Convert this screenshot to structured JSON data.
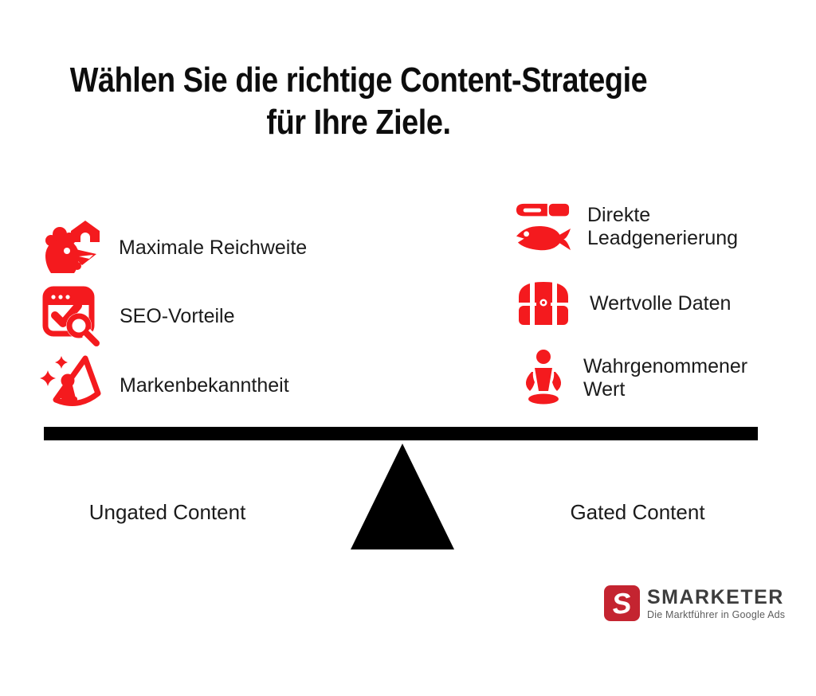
{
  "title": {
    "line1": "Wählen Sie die richtige Content-Strategie",
    "line2": "für Ihre Ziele."
  },
  "left_column": {
    "side_label": "Ungated Content",
    "items": [
      {
        "label": "Maximale Reichweite",
        "icon": "chicken-henhouse-icon"
      },
      {
        "label": "SEO-Vorteile",
        "icon": "browser-check-search-icon"
      },
      {
        "label": "Markenbekanntheit",
        "icon": "megaphone-sparkles-icon"
      }
    ]
  },
  "right_column": {
    "side_label": "Gated Content",
    "items": [
      {
        "label": "Direkte Leadgenerierung",
        "icon": "knife-fish-icon"
      },
      {
        "label": "Wertvolle Daten",
        "icon": "treasure-chest-icon"
      },
      {
        "label": "Wahrgenommener Wert",
        "icon": "pedestal-person-icon"
      }
    ]
  },
  "logo": {
    "mark": "S",
    "name": "SMARKETER",
    "tagline": "Die Marktführer in Google Ads"
  },
  "colors": {
    "accent_red": "#f41a1e",
    "logo_red": "#c42430",
    "beam_black": "#000000",
    "text_black": "#1b1b1b"
  }
}
